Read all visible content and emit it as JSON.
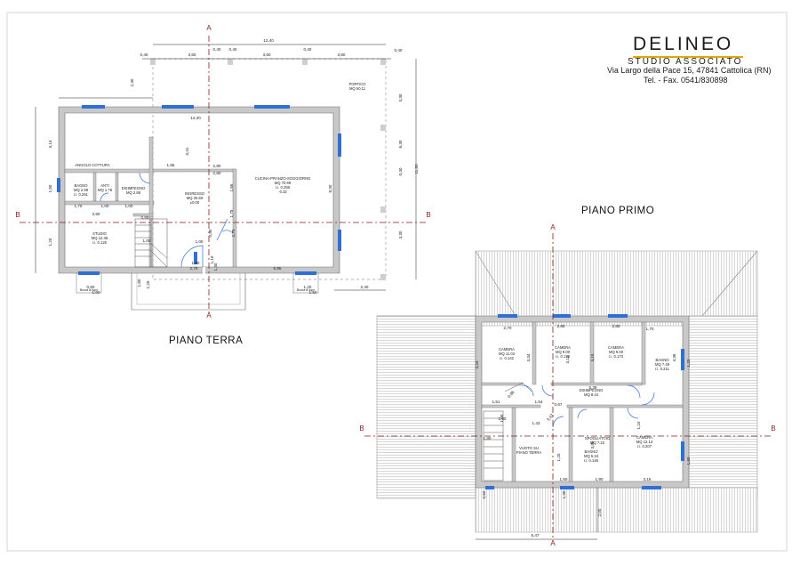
{
  "logo": {
    "name": "DELINEO",
    "subtitle": "STUDIO ASSOCIATO",
    "address": "Via Largo della Pace 15, 47841 Cattolica (RN)",
    "phone": "Tel. -  Fax.  0541/830898"
  },
  "ground_floor": {
    "title": "PIANO TERRA",
    "rooms": [
      {
        "name": "PORTICO",
        "area": "MQ 50.11"
      },
      {
        "name": "ANGOLO COTTURA"
      },
      {
        "name": "CUCINA-PRANZO-SOGGIORNO",
        "area": "MQ 70.69",
        "ratio": "r.i. 0.258",
        "level": "-0.32"
      },
      {
        "name": "BAGNO",
        "area": "MQ 2.99",
        "ratio": "r.i. 0.261"
      },
      {
        "name": "ANTI",
        "area": "MQ 1.76"
      },
      {
        "name": "DISIMPEGNO",
        "area": "MQ 2.86"
      },
      {
        "name": "INGRESSO",
        "area": "MQ 20.69",
        "level": "±0.00"
      },
      {
        "name": "STUDIO",
        "area": "MQ 12.48",
        "ratio": "r.i. 0.125"
      }
    ],
    "dimensions": [
      "12,40",
      "0,40",
      "3,60",
      "0,40",
      "3,60",
      "0,40",
      "3,60",
      "0,40",
      "0,40",
      "2,40",
      "14,40",
      "3,14",
      "0,41",
      "2,80",
      "1,55",
      "2,80",
      "3,30",
      "8,30",
      "6,30",
      "0,40",
      "3,30",
      "11,50",
      "1,70",
      "1,00",
      "1,00",
      "3,90",
      "1,20",
      "1,80",
      "0,80",
      "1,00",
      "1,75",
      "1,65",
      "2,75",
      "0,80",
      "1,30",
      "1,10",
      "1,80",
      "2,79",
      "5,95",
      "2,40",
      "1,00",
      "1,20",
      "1,80",
      "0,60",
      "1,60",
      "1,20",
      "1,50"
    ],
    "section_marks": [
      "A",
      "A",
      "B",
      "B"
    ],
    "labels": [
      "Bocca di lupo",
      "Bocca di lupo"
    ]
  },
  "first_floor": {
    "title": "PIANO PRIMO",
    "rooms": [
      {
        "name": "CAMERA",
        "area": "MQ 11.02",
        "ratio": "r.i. 0.142"
      },
      {
        "name": "CAMERA",
        "area": "MQ 9.00",
        "ratio": "r.i. 0.173"
      },
      {
        "name": "CAMERA",
        "area": "MQ 9.00",
        "ratio": "r.i. 0.173"
      },
      {
        "name": "BAGNO",
        "area": "MQ 7.49",
        "ratio": "r.i. 0.211"
      },
      {
        "name": "DISIMPEGNO",
        "area": "MQ 8.44"
      },
      {
        "name": "VUOTO SU",
        "area": "PIANO TERRA"
      },
      {
        "name": "BAGNO",
        "area": "MQ 5.34",
        "ratio": "r.i. 0.146"
      },
      {
        "name": "SPOGLIATOIO",
        "area": "MQ 7.22"
      },
      {
        "name": "CAMERA",
        "area": "MQ 12.13",
        "ratio": "r.i. 0.207"
      }
    ],
    "dimensions": [
      "2,70",
      "2,85",
      "2,85",
      "4,24",
      "3,34",
      "3,15",
      "3,15",
      "4,36",
      "1,70",
      "5,39",
      "1,51",
      "1,54",
      "1,43",
      "0,67",
      "0,96",
      "3,43",
      "1,00",
      "1,80",
      "1,20",
      "1,10",
      "1,00",
      "1,50",
      "1,90",
      "3,15",
      "2,00",
      "6,47",
      "3,85",
      "1,20",
      "1,80",
      "0,60",
      "1,30"
    ],
    "section_marks": [
      "A",
      "A",
      "B",
      "B"
    ]
  },
  "colors": {
    "wall": "#c8c8c8",
    "wall_edge": "#707070",
    "window": "#2f6fd8",
    "section_line": "#8b1a1a",
    "dim": "#222222",
    "roof": "#d9d9d9"
  }
}
